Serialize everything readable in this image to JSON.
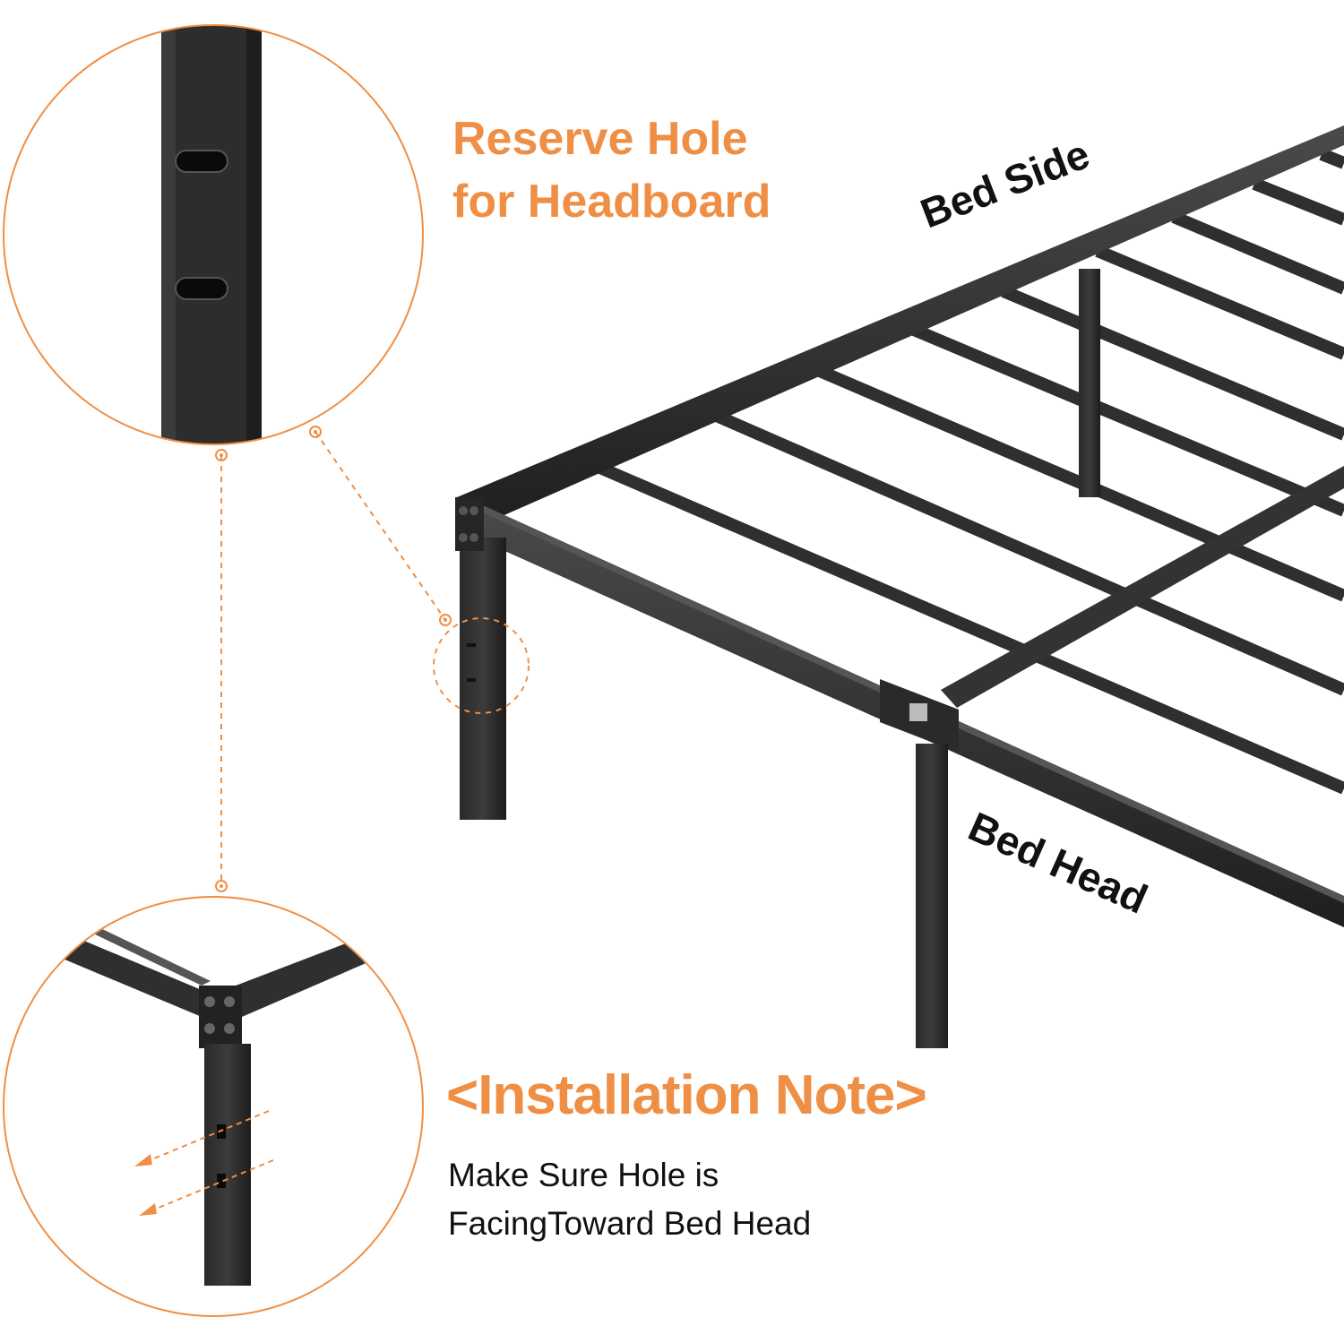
{
  "image": {
    "subject": "Black metal platform bed frame with installation callouts",
    "accent_color": "#ef8f45",
    "frame_color": "#2b2b2b"
  },
  "callout_top": {
    "title_line1": "Reserve Hole",
    "title_line2": "for Headboard"
  },
  "labels": {
    "bed_side": "Bed Side",
    "bed_head": "Bed Head"
  },
  "callout_bottom": {
    "title": "<Installation Note>",
    "note_line1": "Make Sure Hole is",
    "note_line2": "FacingToward Bed Head"
  }
}
